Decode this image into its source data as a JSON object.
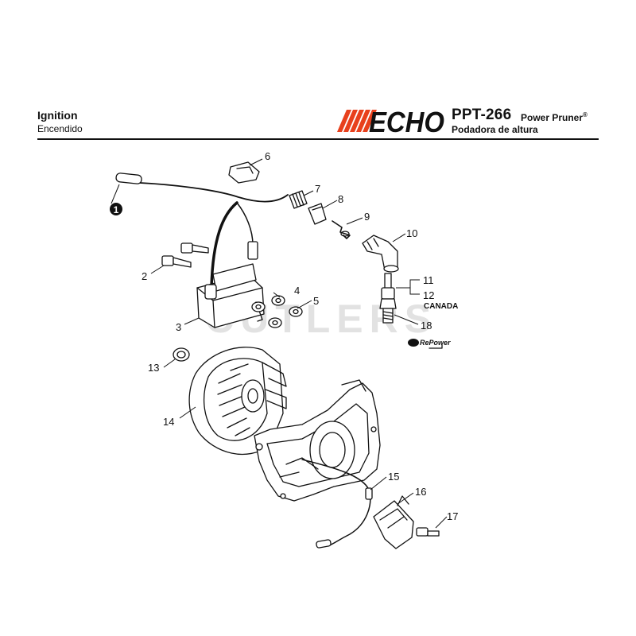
{
  "header": {
    "title": "Ignition",
    "subtitle": "Encendido",
    "brand": "ECHO",
    "model": "PPT-266",
    "product_en": "Power Pruner",
    "trademark": "®",
    "product_es": "Podadora de altura"
  },
  "watermark": "CUTLERS",
  "callouts": {
    "c1": "1",
    "c2": "2",
    "c3": "3",
    "c4": "4",
    "c5": "5",
    "c6": "6",
    "c7": "7",
    "c8": "8",
    "c9": "9",
    "c10": "10",
    "c11": "11",
    "c12": "12",
    "c13": "13",
    "c14": "14",
    "c15": "15",
    "c16": "16",
    "c17": "17",
    "c18": "18"
  },
  "notes": {
    "canada": "CANADA",
    "repower": "RePower"
  },
  "colors": {
    "brand": "#e8401c",
    "ink": "#111111",
    "watermark": "#d9d9d9"
  }
}
